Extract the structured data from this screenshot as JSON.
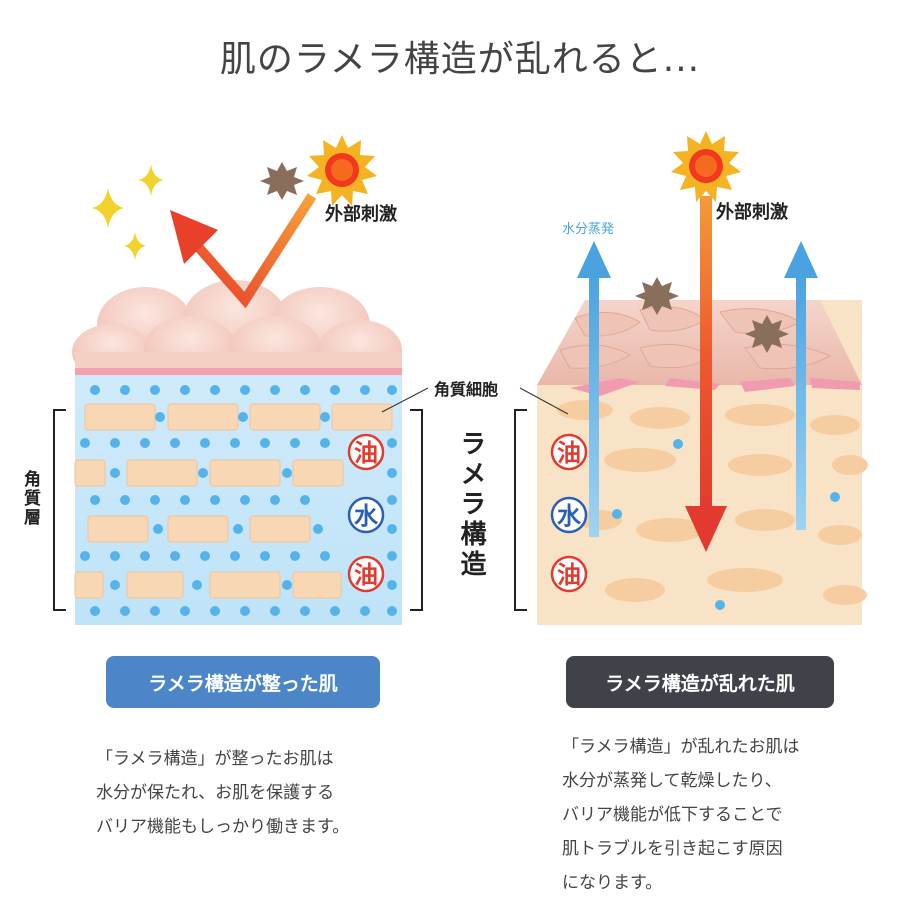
{
  "title": "肌のラメラ構造が乱れると...",
  "colors": {
    "blue_button": "#4c86c8",
    "dark_button": "#3f4349",
    "arrow_orange": "#e8532a",
    "arrow_red": "#e53b2e",
    "evap_blue": "#5aaee3",
    "oil_red": "#e23a2e",
    "water_blue": "#2a5fb5"
  },
  "left_panel": {
    "stimulus_label": "外部刺激",
    "bubbles": [
      "油",
      "水",
      "油"
    ],
    "side_label": "角質層",
    "button_label": "ラメラ構造が整った肌",
    "description": [
      "「ラメラ構造」が整ったお肌は",
      "水分が保たれ、お肌を保護する",
      "バリア機能もしっかり働きます。"
    ]
  },
  "center": {
    "cell_label": "角質細胞",
    "lamella_label": "ラメラ構造"
  },
  "right_panel": {
    "stimulus_label": "外部刺激",
    "evap_label": "水分蒸発",
    "bubbles": [
      "油",
      "水",
      "油"
    ],
    "button_label": "ラメラ構造が乱れた肌",
    "description": [
      "「ラメラ構造」が乱れたお肌は",
      "水分が蒸発して乾燥したり、",
      "バリア機能が低下することで",
      "肌トラブルを引き起こす原因",
      "になります。"
    ]
  },
  "icons": [
    "sparkle-icon",
    "sun-icon",
    "dust-particle-icon"
  ]
}
